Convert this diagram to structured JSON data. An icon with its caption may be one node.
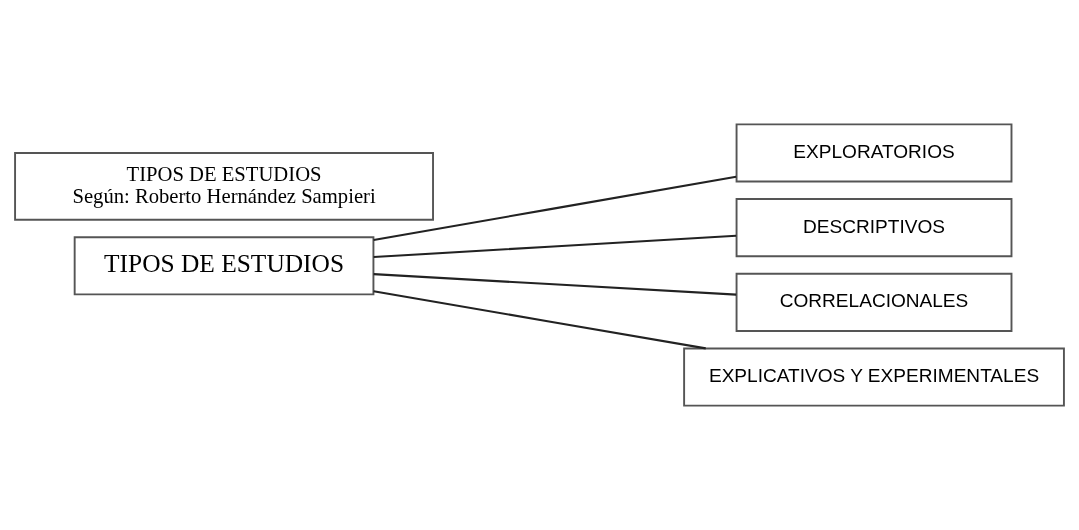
{
  "diagram": {
    "nodes": [
      {
        "text": [
          "TIPOS DE ESTUDIOS",
          "Según: Roberto Hernández Sampieri"
        ]
      },
      {
        "text": [
          "TIPOS DE ESTUDIOS"
        ]
      },
      {
        "text": [
          "EXPLORATORIOS"
        ]
      },
      {
        "text": [
          "DESCRIPTIVOS"
        ]
      },
      {
        "text": [
          "CORRELACIONALES"
        ]
      },
      {
        "text": [
          "EXPLICATIVOS Y EXPERIMENTALES"
        ]
      }
    ],
    "edges": [
      {
        "from": 1,
        "to": 2,
        "arrow": "none"
      },
      {
        "from": 1,
        "to": 3,
        "arrow": "none"
      },
      {
        "from": 1,
        "to": 4,
        "arrow": "none"
      },
      {
        "from": 1,
        "to": 5,
        "arrow": "none"
      }
    ]
  }
}
